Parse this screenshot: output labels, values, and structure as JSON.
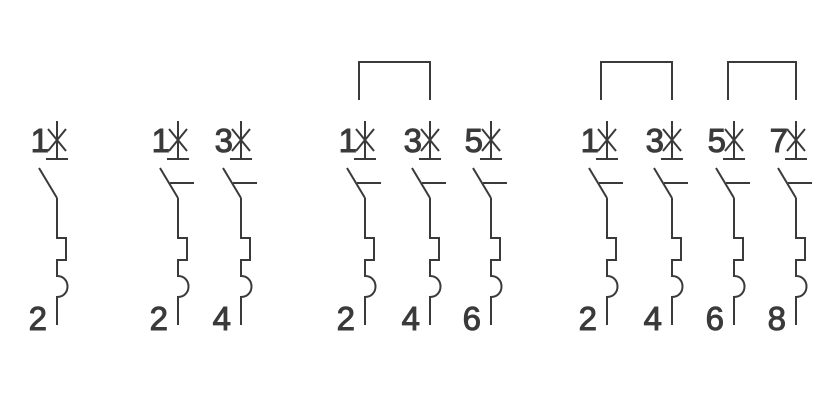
{
  "background": "#ffffff",
  "line_color": "#3a3a3a",
  "breakers": [
    {
      "name": "1-pole",
      "poles": [
        {
          "top": "1",
          "bottom": "2"
        }
      ],
      "linked_pairs": []
    },
    {
      "name": "2-pole",
      "poles": [
        {
          "top": "1",
          "bottom": "2"
        },
        {
          "top": "3",
          "bottom": "4"
        }
      ],
      "linked_pairs": []
    },
    {
      "name": "3-pole",
      "poles": [
        {
          "top": "1",
          "bottom": "2"
        },
        {
          "top": "3",
          "bottom": "4"
        },
        {
          "top": "5",
          "bottom": "6"
        }
      ],
      "linked_pairs": [
        [
          0,
          1
        ]
      ]
    },
    {
      "name": "4-pole",
      "poles": [
        {
          "top": "1",
          "bottom": "2"
        },
        {
          "top": "3",
          "bottom": "4"
        },
        {
          "top": "5",
          "bottom": "6"
        },
        {
          "top": "7",
          "bottom": "8"
        }
      ],
      "linked_pairs": [
        [
          0,
          1
        ],
        [
          2,
          3
        ]
      ]
    }
  ]
}
